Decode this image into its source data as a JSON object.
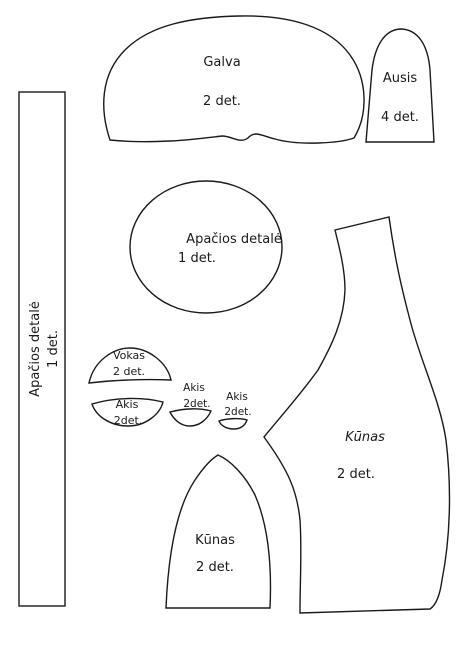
{
  "pieces": {
    "galva": {
      "name": "Galva",
      "count": "2 det."
    },
    "ausis": {
      "name": "Ausis",
      "count": "4 det."
    },
    "apacios_round": {
      "name": "Apačios detalė",
      "count": "1 det."
    },
    "apacios_strip": {
      "name": "Apačios detalė",
      "count": "1 det."
    },
    "vokas": {
      "name": "Vokas",
      "count": "2 det."
    },
    "akis_left": {
      "name": "Akis",
      "count": "2det."
    },
    "akis_mid": {
      "name": "Akis",
      "count": "2det."
    },
    "akis_right": {
      "name": "Akis",
      "count": "2det."
    },
    "kunas_large": {
      "name": "Kūnas",
      "count": "2 det."
    },
    "kunas_small": {
      "name": "Kūnas",
      "count": "2 det."
    }
  }
}
